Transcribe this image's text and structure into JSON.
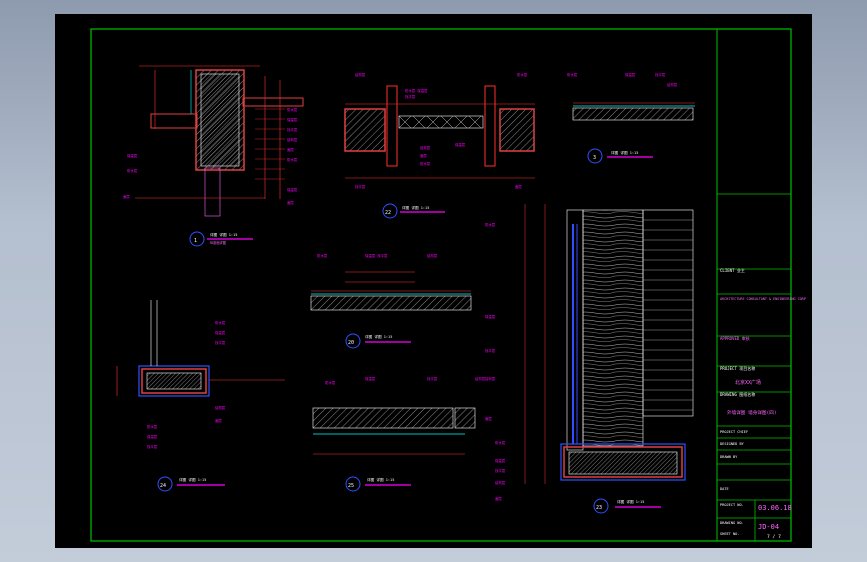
{
  "colors": {
    "background": "#000000",
    "frame": "#00c000",
    "dim": "#ff3030",
    "label": "#ff00ff",
    "wall": "#e04040",
    "hatch": "#909090",
    "blue": "#3050ff",
    "white": "#ffffff",
    "text_green": "#ffffff"
  },
  "details": [
    {
      "number": "1",
      "caption": "详图 详图 1:15",
      "sub": "纵剖面详图"
    },
    {
      "number": "22",
      "caption": "详图 详图 1:15"
    },
    {
      "number": "3",
      "caption": "详图 详图 1:15"
    },
    {
      "number": "20",
      "caption": "详图 详图 1:15"
    },
    {
      "number": "24",
      "caption": "详图 详图 1:15"
    },
    {
      "number": "25",
      "caption": "详图 详图 1:15"
    },
    {
      "number": "23",
      "caption": "详图 详图 1:15"
    }
  ],
  "title_block": {
    "client_label": "CLIENT 业主",
    "consultant_label": "ARCHITECTURE CONSULTANT & ENGINEERING CORP",
    "approved_label": "APPROVED 审核",
    "project_label": "PROJECT 项目名称",
    "project_value": "北京XX广场",
    "drawing_label": "DRAWING 图纸名称",
    "drawing_value": "外墙详图 墙身详图(四)",
    "project_chief": "PROJECT CHIEF",
    "designed_by": "DESIGNED BY",
    "drawn_by": "DRAWN BY",
    "date_label": "DATE",
    "date_value": "03.06.18",
    "project_no_label": "PROJECT NO.",
    "drawing_no_label": "DRAWING NO.",
    "drawing_no_value": "JD-04",
    "sheet_no_label": "SHEET NO.",
    "sheet_no_value": "7 / 7"
  }
}
